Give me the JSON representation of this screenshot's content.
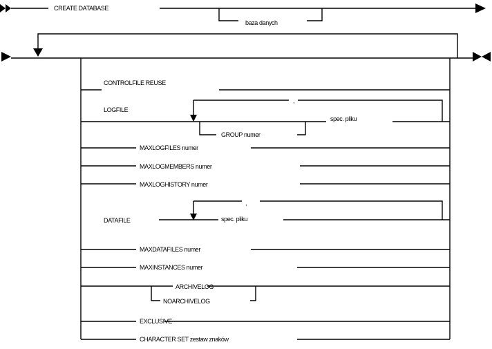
{
  "diagram": {
    "start_keyword": "CREATE DATABASE",
    "database_param": "baza danych",
    "clauses": {
      "controlfile": "CONTROLFILE REUSE",
      "logfile": "LOGFILE",
      "logfile_separator": ",",
      "group": "GROUP numer",
      "logfile_spec": "spec. pliku",
      "maxlogfiles": "MAXLOGFILES numer",
      "maxlogmembers": "MAXLOGMEMBERS numer",
      "maxloghistory": "MAXLOGHISTORY numer",
      "datafile": "DATAFILE",
      "datafile_separator": ",",
      "datafile_spec": "spec. pliku",
      "maxdatafiles": "MAXDATAFILES numer",
      "maxinstances": "MAXINSTANCES numer",
      "archivelog": "ARCHIVELOG",
      "noarchivelog": "NOARCHIVELOG",
      "exclusive": "EXCLUSIVE",
      "character_set": "CHARACTER SET zestaw znaków"
    }
  }
}
